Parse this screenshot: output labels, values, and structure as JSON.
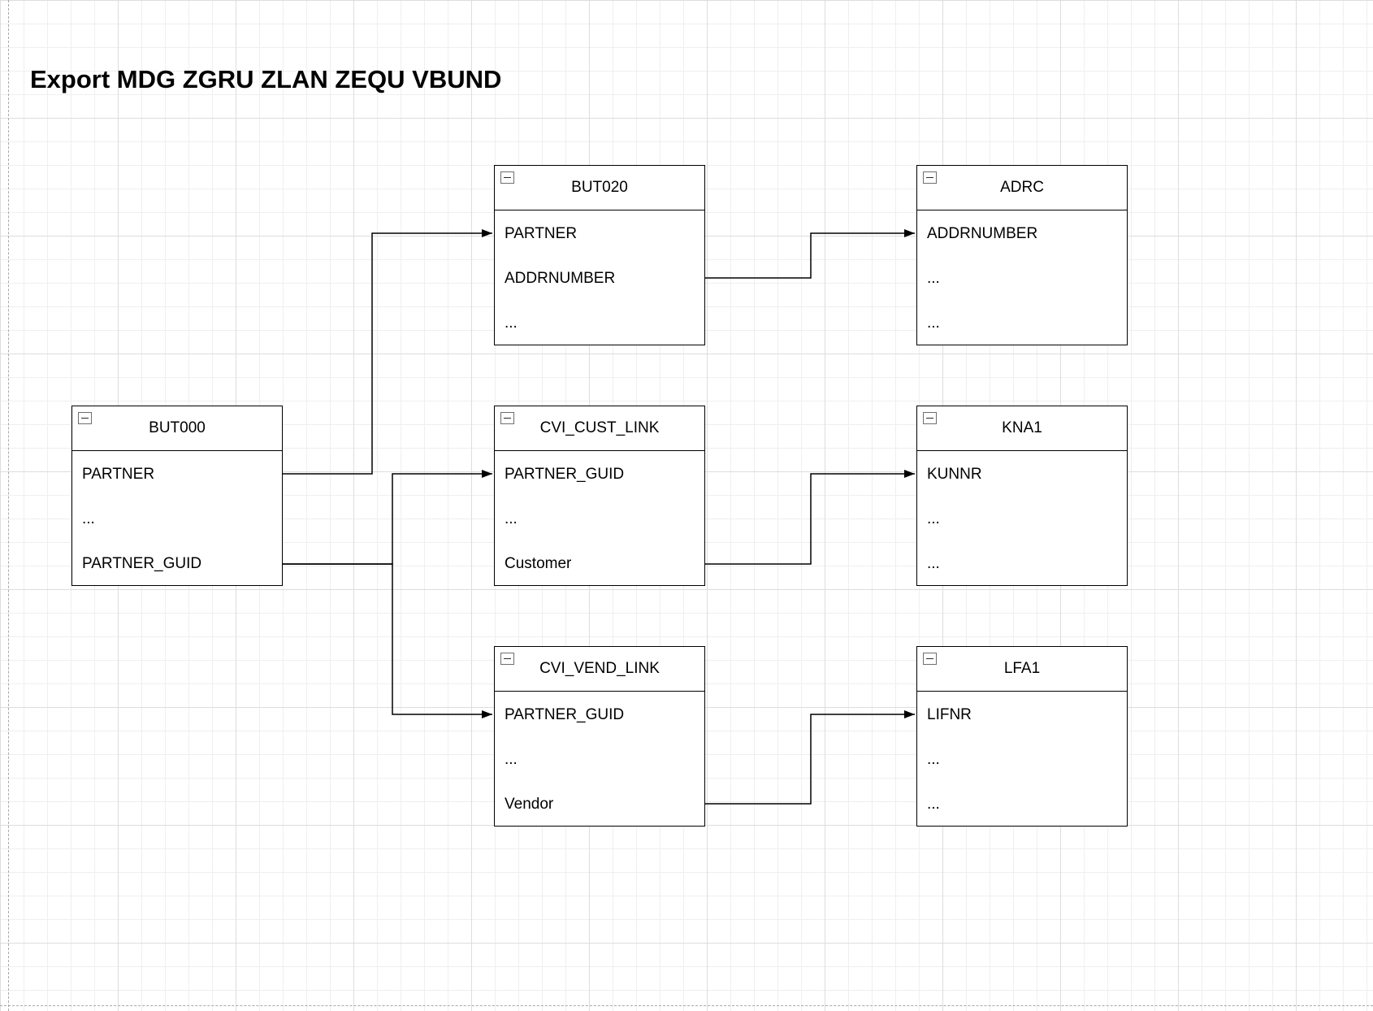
{
  "title": "Export MDG ZGRU ZLAN ZEQU VBUND",
  "diagram": {
    "tables": [
      {
        "name": "BUT020",
        "fields": [
          "PARTNER",
          "ADDRNUMBER",
          "..."
        ]
      },
      {
        "name": "ADRC",
        "fields": [
          "ADDRNUMBER",
          "...",
          "..."
        ]
      },
      {
        "name": "BUT000",
        "fields": [
          "PARTNER",
          "...",
          "PARTNER_GUID"
        ]
      },
      {
        "name": "CVI_CUST_LINK",
        "fields": [
          "PARTNER_GUID",
          "...",
          "Customer"
        ]
      },
      {
        "name": "KNA1",
        "fields": [
          "KUNNR",
          "...",
          "..."
        ]
      },
      {
        "name": "CVI_VEND_LINK",
        "fields": [
          "PARTNER_GUID",
          "...",
          "Vendor"
        ]
      },
      {
        "name": "LFA1",
        "fields": [
          "LIFNR",
          "...",
          "..."
        ]
      }
    ],
    "connections": [
      {
        "from": "BUT000.PARTNER",
        "to": "BUT020.PARTNER"
      },
      {
        "from": "BUT000.PARTNER_GUID",
        "to": "CVI_CUST_LINK.PARTNER_GUID"
      },
      {
        "from": "BUT000.PARTNER_GUID",
        "to": "CVI_VEND_LINK.PARTNER_GUID"
      },
      {
        "from": "BUT020.ADDRNUMBER",
        "to": "ADRC.ADDRNUMBER"
      },
      {
        "from": "CVI_CUST_LINK.Customer",
        "to": "KNA1.KUNNR"
      },
      {
        "from": "CVI_VEND_LINK.Vendor",
        "to": "LFA1.LIFNR"
      }
    ],
    "colors": {
      "stroke": "#000000",
      "grid_minor": "#efefef",
      "grid_major": "#dddddd",
      "page_border": "#a8a8a8"
    }
  }
}
